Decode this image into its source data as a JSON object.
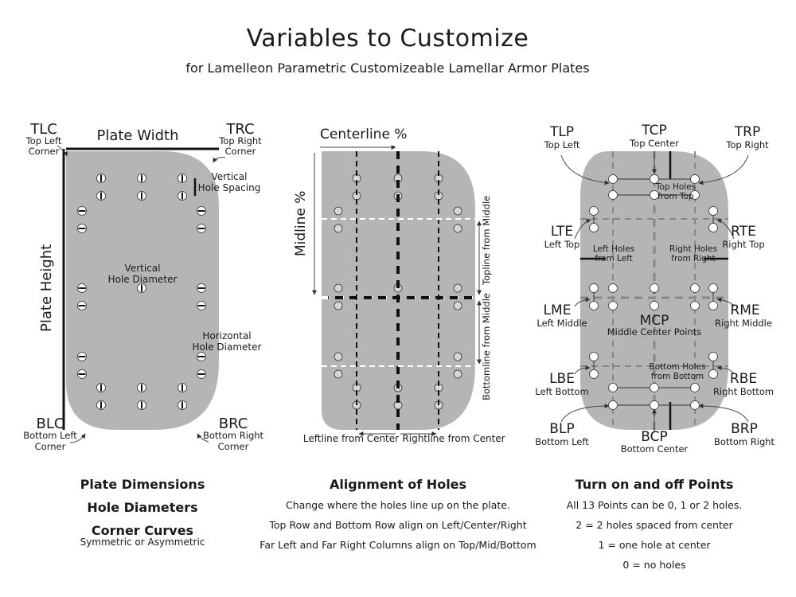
{
  "title": "Variables to Customize",
  "subtitle": "for Lamelleon Parametric Customizeable Lamellar Armor Plates",
  "colors": {
    "plate": "#b5b5b5",
    "ink": "#111111",
    "hole": "#ffffff",
    "mid_gray": "#7a7a7a"
  },
  "panel1": {
    "tlc": "TLC",
    "tlc_sub1": "Top Left",
    "tlc_sub2": "Corner",
    "trc": "TRC",
    "trc_sub1": "Top Right",
    "trc_sub2": "Corner",
    "blc": "BLC",
    "blc_sub1": "Bottom Left",
    "blc_sub2": "Corner",
    "brc": "BRC",
    "brc_sub1": "Bottom Right",
    "brc_sub2": "Corner",
    "plate_width": "Plate Width",
    "plate_height": "Plate Height",
    "vertical_spacing_1": "Vertical",
    "vertical_spacing_2": "Hole Spacing",
    "vertical_diameter_1": "Vertical",
    "vertical_diameter_2": "Hole Diameter",
    "horizontal_diameter_1": "Horizontal",
    "horizontal_diameter_2": "Hole Diameter"
  },
  "panel2": {
    "centerline": "Centerline %",
    "midline": "Midline %",
    "topline": "Topline from Middle",
    "bottomline": "Bottomline from Middle",
    "leftline": "Leftline from Center",
    "rightline": "Rightline from Center"
  },
  "panel3": {
    "tlp": "TLP",
    "tlp_sub": "Top Left",
    "tcp": "TCP",
    "tcp_sub": "Top Center",
    "trp": "TRP",
    "trp_sub": "Top Right",
    "lte": "LTE",
    "lte_sub": "Left Top",
    "rte": "RTE",
    "rte_sub": "Right Top",
    "lme": "LME",
    "lme_sub": "Left Middle",
    "rme": "RME",
    "rme_sub": "Right Middle",
    "lbe": "LBE",
    "lbe_sub": "Left Bottom",
    "rbe": "RBE",
    "rbe_sub": "Right Bottom",
    "blp": "BLP",
    "blp_sub": "Bottom Left",
    "bcp": "BCP",
    "bcp_sub": "Bottom Center",
    "brp": "BRP",
    "brp_sub": "Bottom Right",
    "mcp": "MCP",
    "mcp_sub": "Middle Center Points",
    "top_holes_1": "Top Holes",
    "top_holes_2": "from Top",
    "bottom_holes_1": "Bottom Holes",
    "bottom_holes_2": "from Bottom",
    "left_holes_1": "Left Holes",
    "left_holes_2": "from Left",
    "right_holes_1": "Right Holes",
    "right_holes_2": "from Right"
  },
  "sections": {
    "left": {
      "h1": "Plate Dimensions",
      "h2": "Hole Diameters",
      "h3": "Corner Curves",
      "note": "Symmetric or Asymmetric"
    },
    "middle": {
      "heading": "Alignment of Holes",
      "lines": [
        "Change where the holes line up on the plate.",
        "Top Row and Bottom Row align on Left/Center/Right",
        "Far Left and Far Right Columns align on Top/Mid/Bottom"
      ]
    },
    "right": {
      "heading": "Turn on and off Points",
      "lines": [
        "All 13 Points can be 0, 1 or 2 holes.",
        "2 = 2 holes spaced from center",
        "1 = one hole at center",
        "0 = no holes"
      ]
    }
  }
}
